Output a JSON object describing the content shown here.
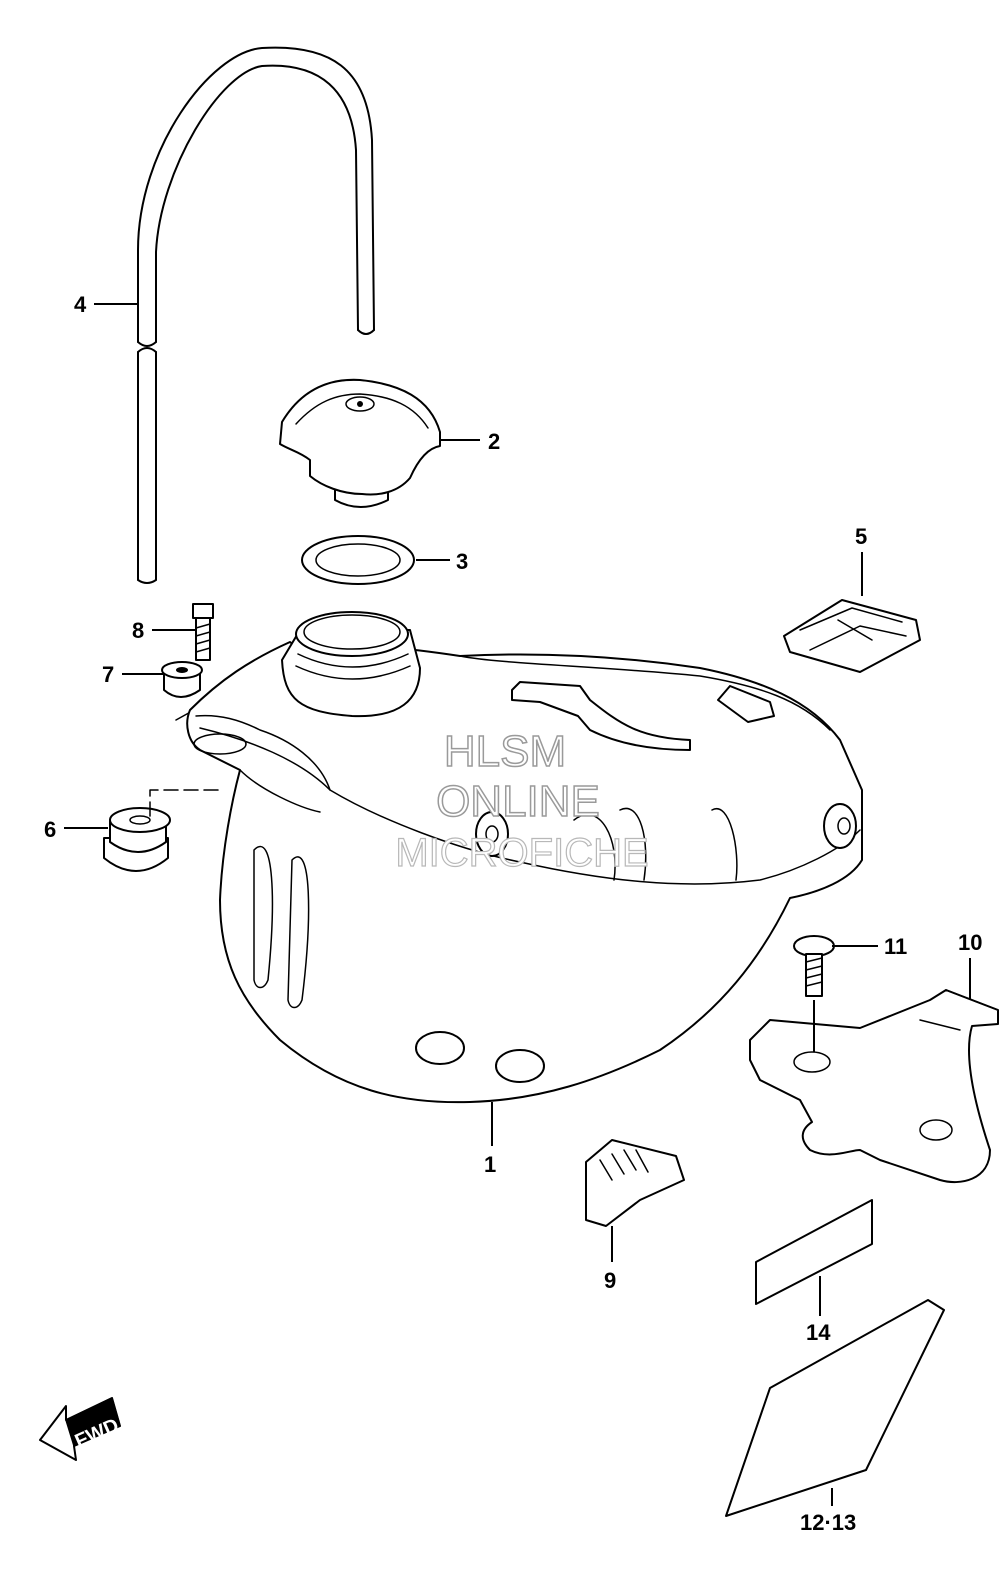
{
  "callouts": {
    "p1": "1",
    "p2": "2",
    "p3": "3",
    "p4": "4",
    "p5": "5",
    "p6": "6",
    "p7": "7",
    "p8": "8",
    "p9": "9",
    "p10": "10",
    "p11": "11",
    "p12_13": "12·13",
    "p14": "14"
  },
  "watermark": {
    "line1": "HLSM",
    "line2": "ONLINE",
    "line3": "MICROFICHE"
  },
  "direction_label": "FWD"
}
